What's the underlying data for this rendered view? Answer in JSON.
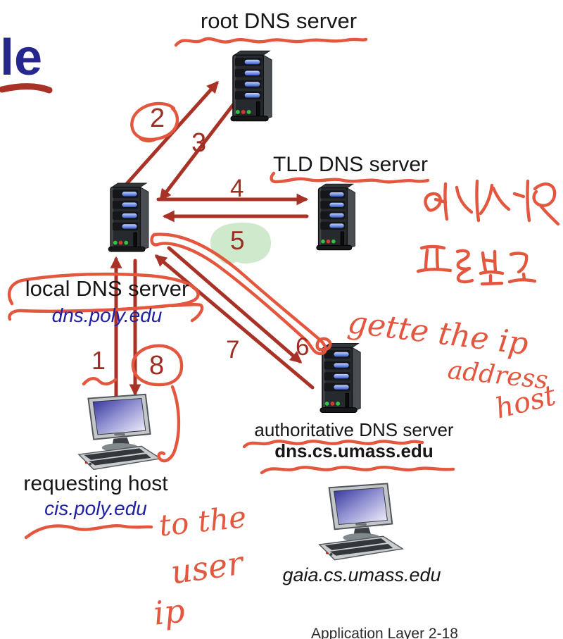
{
  "page": {
    "slide_title_fragment": "le",
    "footer": "Application Layer 2-18"
  },
  "nodes": {
    "root": {
      "label": "root DNS server"
    },
    "tld": {
      "label": "TLD DNS server"
    },
    "local": {
      "label": "local DNS server",
      "hostname": "dns.poly.edu"
    },
    "authoritative": {
      "label": "authoritative DNS server",
      "hostname": "dns.cs.umass.edu"
    },
    "requesting_host": {
      "label": "requesting host",
      "hostname": "cis.poly.edu"
    },
    "gaia": {
      "hostname": "gaia.cs.umass.edu"
    }
  },
  "steps": {
    "s1": "1",
    "s2": "2",
    "s3": "3",
    "s4": "4",
    "s5": "5",
    "s6": "6",
    "s7": "7",
    "s8": "8"
  },
  "annotations": {
    "korean_1": "여기서부터",
    "korean_2": "표를 보고",
    "note_get_ip": "gette the ip",
    "note_address": "address",
    "note_host": "host",
    "note_to_the": "to the",
    "note_user": "user",
    "note_ip": "ip"
  },
  "colors": {
    "printed_arrow_red": "#a93226",
    "handwriting_red": "#e4573f",
    "step_number_red": "#9e2c20",
    "highlight_green": "#cfe9cd",
    "title_navy": "#26268f",
    "hostname_blue": "#2121a3",
    "label_black": "#161616"
  }
}
